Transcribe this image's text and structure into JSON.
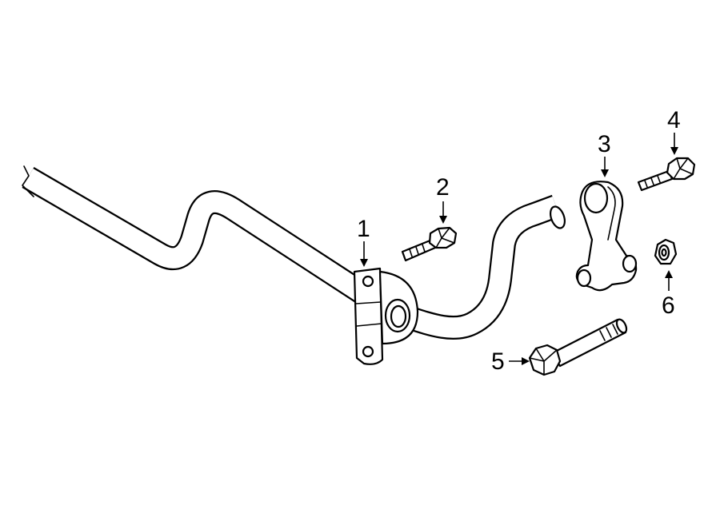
{
  "callouts": {
    "part1": "1",
    "part2": "2",
    "part3": "3",
    "part4": "4",
    "part5": "5",
    "part6": "6"
  }
}
